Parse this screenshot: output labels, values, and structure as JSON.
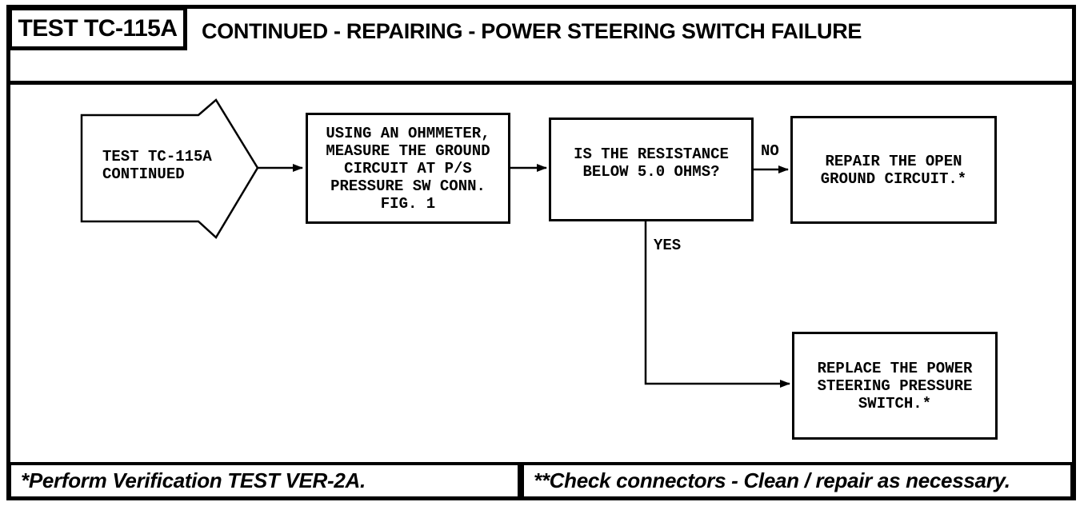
{
  "colors": {
    "ink": "#000000",
    "paper": "#ffffff"
  },
  "header": {
    "test_id": "TEST TC-115A",
    "title": "CONTINUED - REPAIRING - POWER STEERING SWITCH FAILURE"
  },
  "flowchart": {
    "start": {
      "lines": [
        "TEST TC-115A",
        "CONTINUED"
      ]
    },
    "step1": {
      "lines": [
        "USING AN OHMMETER,",
        "MEASURE THE GROUND",
        "CIRCUIT AT P/S",
        "PRESSURE SW CONN.",
        "FIG. 1"
      ]
    },
    "decision": {
      "lines": [
        "IS THE RESISTANCE",
        "BELOW 5.0 OHMS?"
      ]
    },
    "no_label": "NO",
    "yes_label": "YES",
    "repair": {
      "lines": [
        "REPAIR THE OPEN",
        "GROUND CIRCUIT.*"
      ]
    },
    "replace": {
      "lines": [
        "REPLACE THE POWER",
        "STEERING PRESSURE",
        "SWITCH.*"
      ]
    }
  },
  "footer": {
    "note1": "*Perform Verification TEST VER-2A.",
    "note2": "**Check connectors - Clean / repair as necessary."
  }
}
